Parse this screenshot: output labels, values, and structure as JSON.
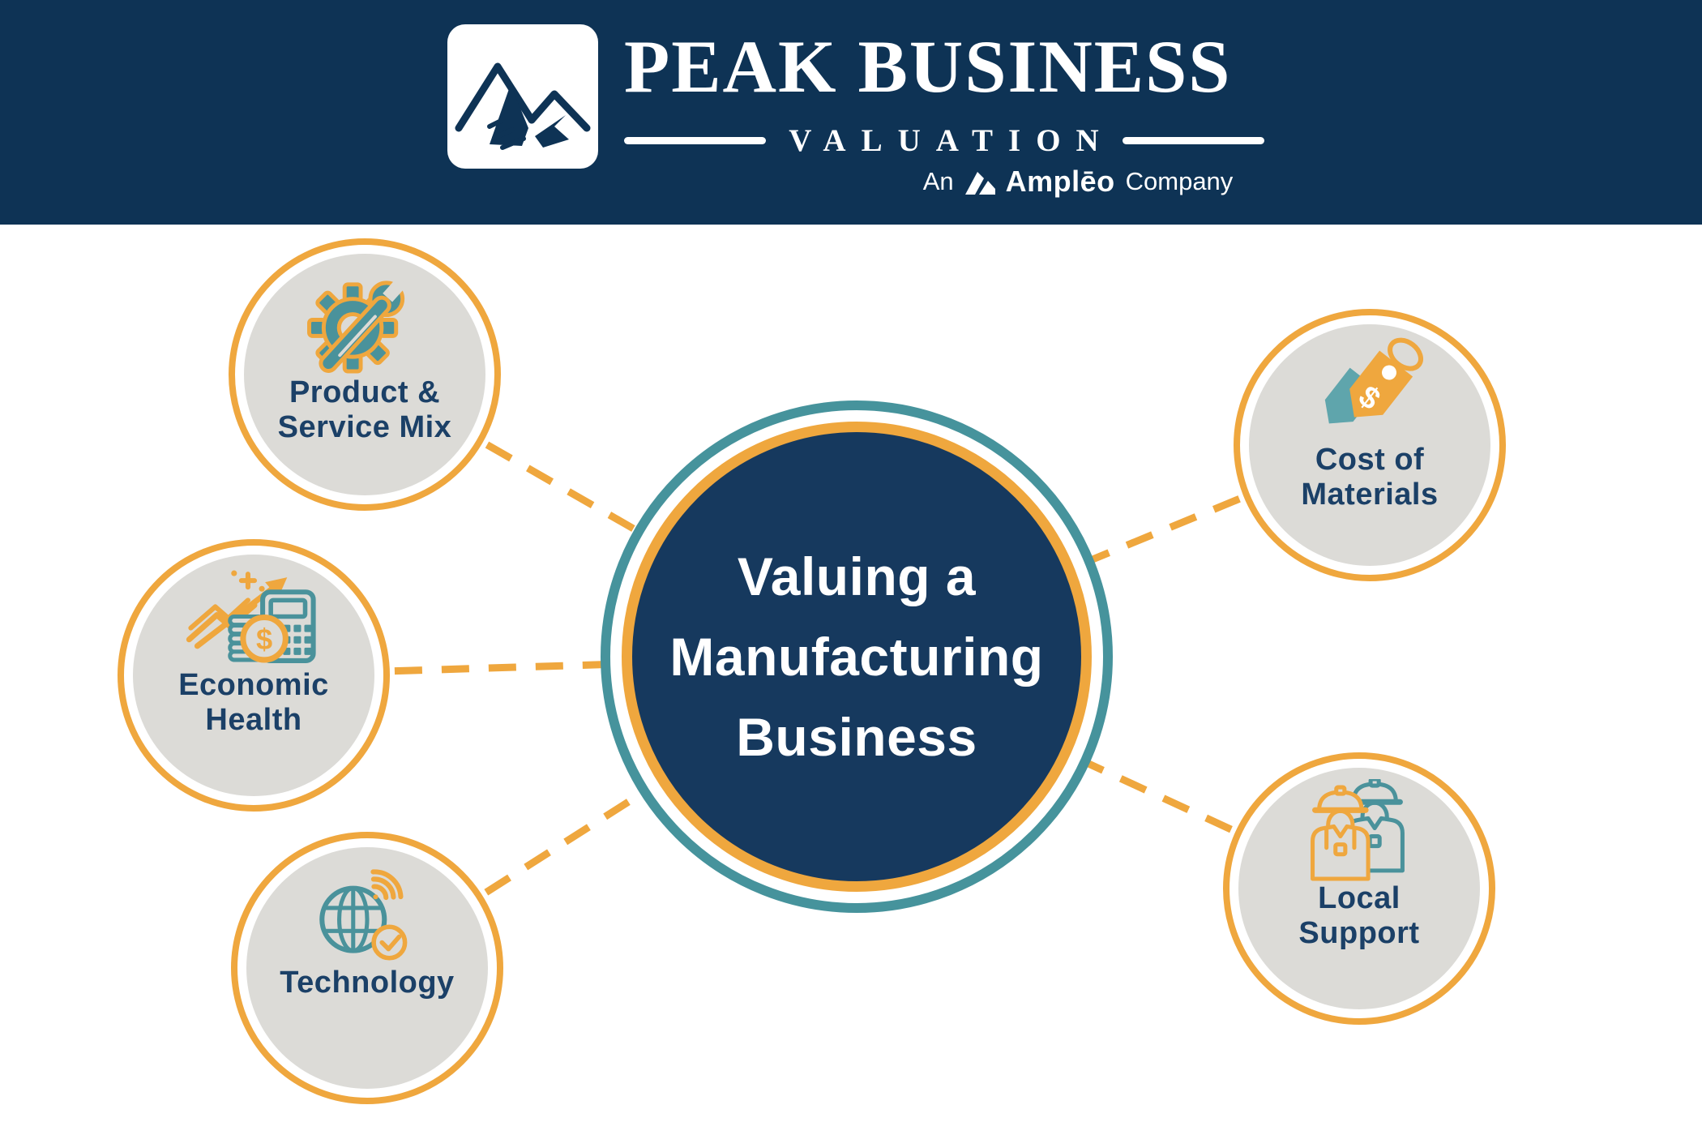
{
  "header": {
    "brand_line1": "PEAK BUSINESS",
    "brand_line2": "VALUATION",
    "tagline_prefix": "An",
    "tagline_brand": "Amplēo",
    "tagline_suffix": "Company"
  },
  "center": {
    "title": "Valuing a\nManufacturing\nBusiness"
  },
  "nodes": [
    {
      "id": "product-service-mix",
      "label": "Product &\nService Mix",
      "icon": "gear-wrench-icon"
    },
    {
      "id": "economic-health",
      "label": "Economic\nHealth",
      "icon": "finance-growth-icon"
    },
    {
      "id": "technology",
      "label": "Technology",
      "icon": "globe-network-icon"
    },
    {
      "id": "cost-of-materials",
      "label": "Cost of\nMaterials",
      "icon": "price-tag-icon"
    },
    {
      "id": "local-support",
      "label": "Local\nSupport",
      "icon": "construction-workers-icon"
    }
  ],
  "icon_text": {
    "coin_symbol": "$",
    "tag_symbol": "$"
  },
  "colors": {
    "header_navy": "#0E3355",
    "center_navy": "#16395E",
    "label_navy": "#1B4067",
    "orange": "#EFA73E",
    "teal_ring": "#46939C",
    "teal_icon": "#4A929B",
    "teal_light": "#5FA5AC",
    "circle_gray": "#DCDBD7",
    "white": "#FFFFFF"
  }
}
